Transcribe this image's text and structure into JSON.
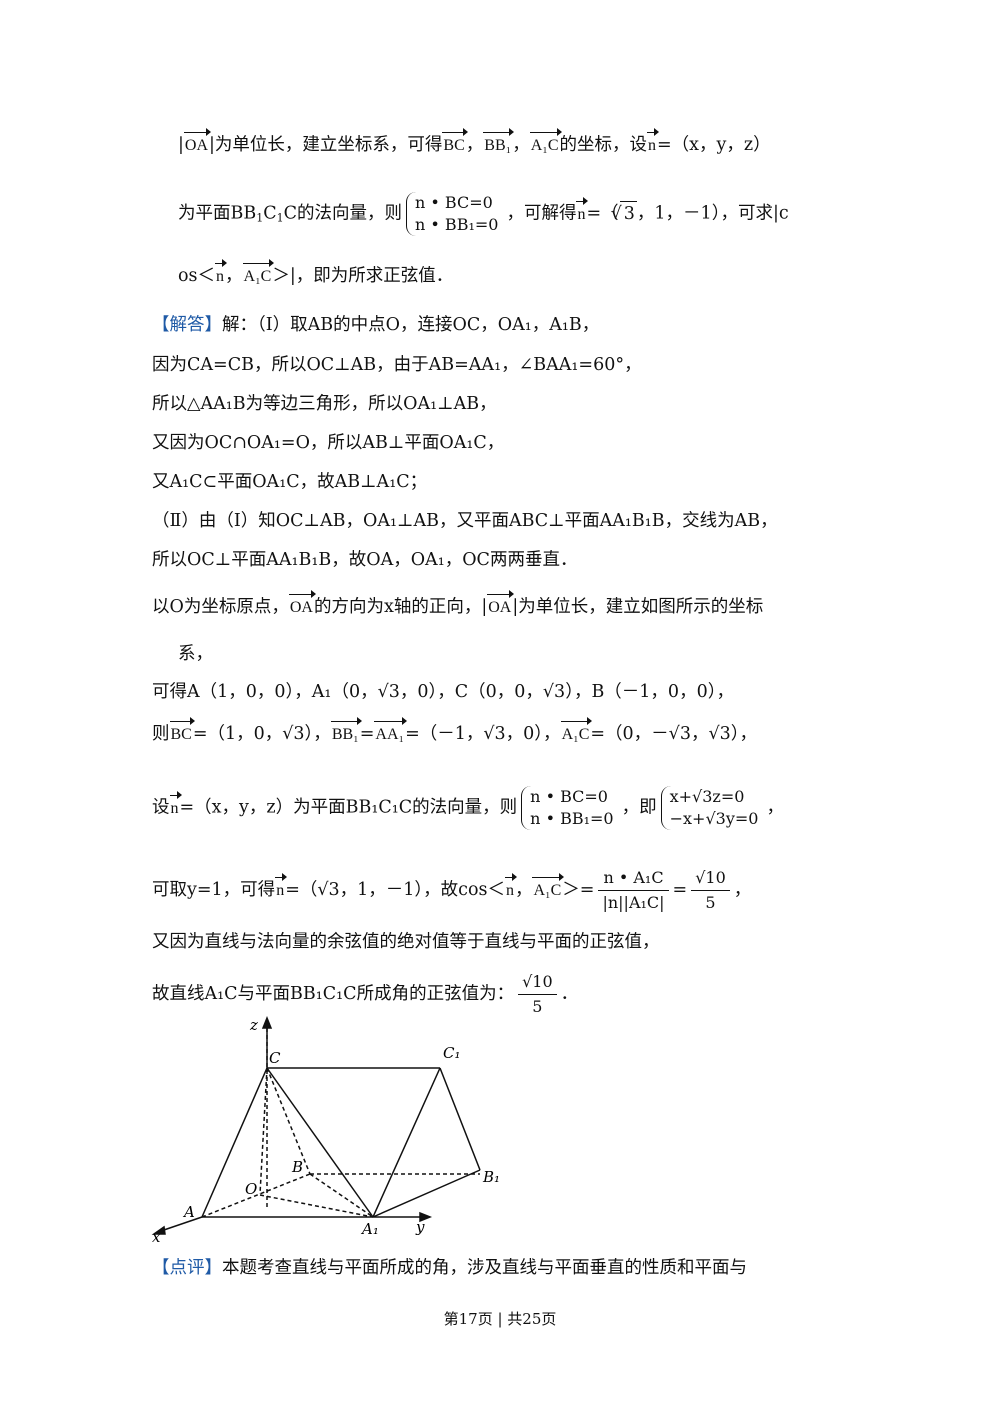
{
  "analysis": {
    "line1_a": "|",
    "line1_b": "|为单位长，建立坐标系，可得",
    "line1_c": "，",
    "line1_d": "，",
    "line1_e": "的坐标，设",
    "line1_f": "=（x，y，z）",
    "line2_a": "为平面BB",
    "line2_b": "C",
    "line2_c": "C的法向量，则",
    "line2_sys1": "n • BC=0",
    "line2_sys2": "n • BB₁=0",
    "line2_d": "，可解得",
    "line2_e": "=（",
    "line2_f": "3",
    "line2_g": "，1，－1），可求|c",
    "line3_a": "os＜",
    "line3_b": "，",
    "line3_c": "＞|，即为所求正弦值．"
  },
  "vectors": {
    "OA": "OA",
    "BC": "BC",
    "BB1": "BB₁",
    "A1C": "A₁C",
    "AA1": "AA₁",
    "n": "n"
  },
  "solution": {
    "tag": "【解答】",
    "l1": "解：（Ⅰ）取AB的中点O，连接OC，OA₁，A₁B，",
    "l2": "因为CA=CB，所以OC⊥AB，由于AB=AA₁，∠BAA₁=60°，",
    "l3": "所以△AA₁B为等边三角形，所以OA₁⊥AB，",
    "l4": "又因为OC∩OA₁=O，所以AB⊥平面OA₁C，",
    "l5": "又A₁C⊂平面OA₁C，故AB⊥A₁C；",
    "l6": "（Ⅱ）由（Ⅰ）知OC⊥AB，OA₁⊥AB，又平面ABC⊥平面AA₁B₁B，交线为AB，",
    "l7": "所以OC⊥平面AA₁B₁B，故OA，OA₁，OC两两垂直．",
    "l8_a": "以O为坐标原点，",
    "l8_b": "的方向为x轴的正向，|",
    "l8_c": "|为单位长，建立如图所示的坐标",
    "l9": "系，",
    "l10": "可得A（1，0，0），A₁（0，√3，0），C（0，0，√3），B（－1，0，0），",
    "l11_a": "则",
    "l11_b": "=（1，0，√3），",
    "l11_c": "=",
    "l11_d": "=（－1，√3，0），",
    "l11_e": "=（0，－√3，√3），",
    "l12_a": "设",
    "l12_b": "=（x，y，z）为平面BB₁C₁C的法向量，则",
    "l12_sys1": "n • BC=0",
    "l12_sys2": "n • BB₁=0",
    "l12_c": "，即",
    "l12_sys3": "x+√3z=0",
    "l12_sys4": "−x+√3y=0",
    "l12_d": "，",
    "l13_a": "可取y=1，可得",
    "l13_b": "=（√3，1，－1），故cos＜",
    "l13_c": "，",
    "l13_d": "＞=",
    "l13_frac1_num": "n • A₁C",
    "l13_frac1_den": "|n||A₁C|",
    "l13_e": "=",
    "l13_frac2_num": "√10",
    "l13_frac2_den": "5",
    "l13_f": "，",
    "l14": "又因为直线与法向量的余弦值的绝对值等于直线与平面的正弦值，",
    "l15_a": "故直线A₁C与平面BB₁C₁C所成角的正弦值为：",
    "l15_num": "√10",
    "l15_den": "5",
    "l15_b": "．"
  },
  "figure_labels": {
    "z": "z",
    "C": "C",
    "C1": "C₁",
    "B": "B",
    "B1": "B₁",
    "O": "O",
    "A": "A",
    "A1": "A₁",
    "x": "x",
    "y": "y"
  },
  "comment": {
    "tag": "【点评】",
    "text": "本题考查直线与平面所成的角，涉及直线与平面垂直的性质和平面与"
  },
  "footer": "第17页 | 共25页"
}
